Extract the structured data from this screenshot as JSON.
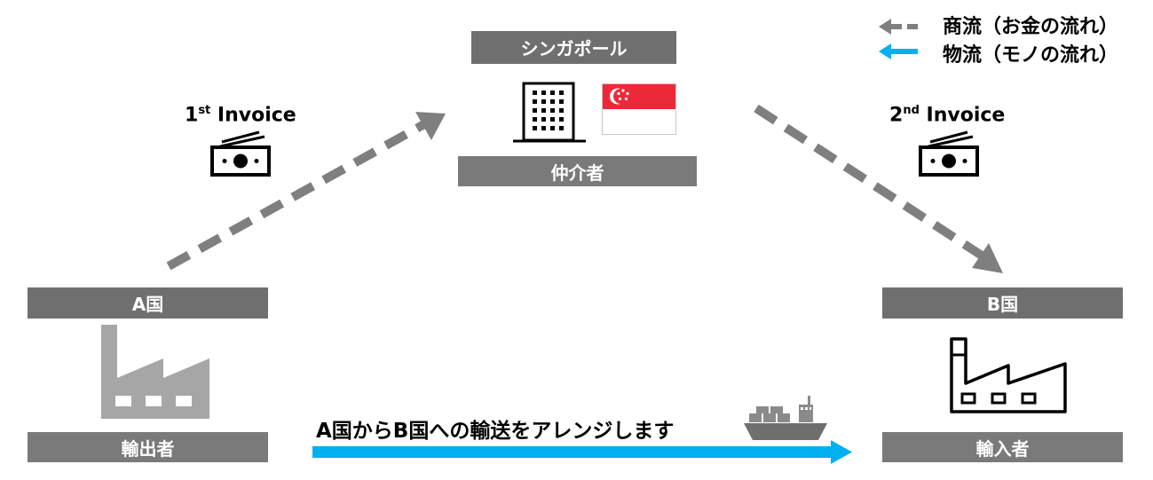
{
  "legend": {
    "commercial_flow": "商流（お金の流れ）",
    "logistics_flow": "物流（モノの流れ）",
    "colors": {
      "commercial": "#7f7f7f",
      "logistics": "#00b0f0"
    }
  },
  "singapore": {
    "title": "シンガポール",
    "role": "仲介者"
  },
  "country_a": {
    "title": "A国",
    "role": "輸出者"
  },
  "country_b": {
    "title": "B国",
    "role": "輸入者"
  },
  "invoice1": {
    "num": "1",
    "sup": "st",
    "text": " Invoice"
  },
  "invoice2": {
    "num": "2",
    "sup": "nd",
    "text": " Invoice"
  },
  "shipping_label": "A国からB国への輸送をアレンジします"
}
